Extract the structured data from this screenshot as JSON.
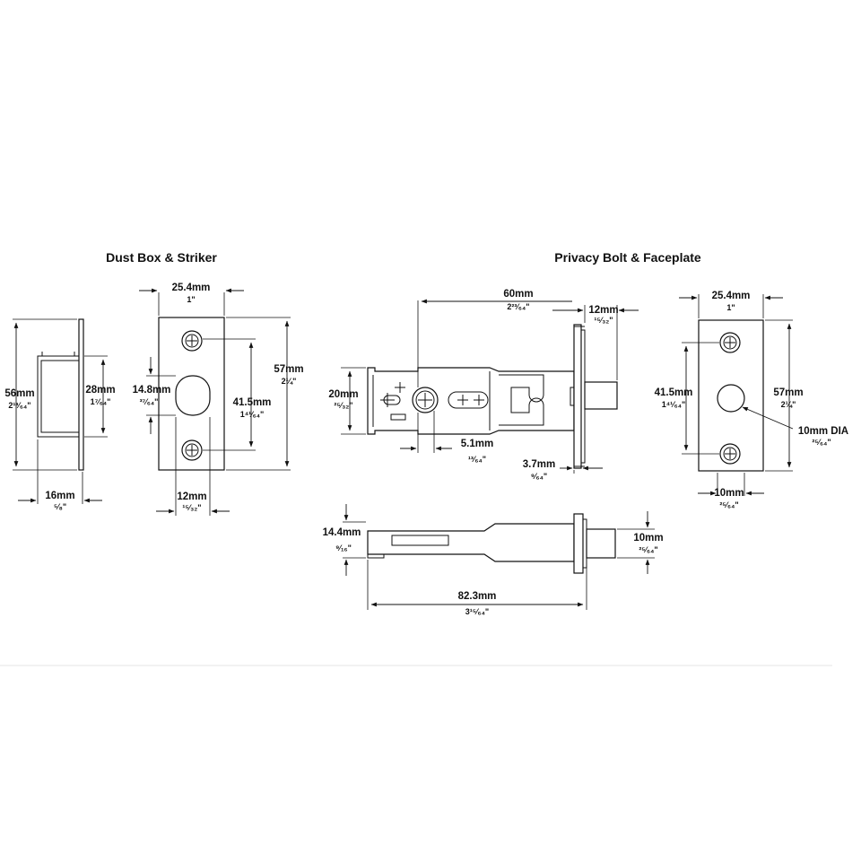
{
  "titles": {
    "dust_box": "Dust Box & Striker",
    "privacy": "Privacy Bolt & Faceplate"
  },
  "dims": {
    "dust_height": {
      "mm": "56mm",
      "in": "2¹³⁄₆₄\""
    },
    "dust_depth": {
      "mm": "28mm",
      "in": "1⁷⁄₆₄\""
    },
    "dust_width": {
      "mm": "16mm",
      "in": "⁵⁄₈\""
    },
    "striker_width": {
      "mm": "25.4mm",
      "in": "1\""
    },
    "striker_height": {
      "mm": "57mm",
      "in": "2¼\""
    },
    "striker_holes": {
      "mm": "41.5mm",
      "in": "1⁴¹⁄₆₄\""
    },
    "striker_opening_h": {
      "mm": "14.8mm",
      "in": "³⁷⁄₆₄\""
    },
    "striker_opening_w": {
      "mm": "12mm",
      "in": "¹⁵⁄₃₂\""
    },
    "bolt_backset": {
      "mm": "60mm",
      "in": "2²³⁄₆₄\""
    },
    "bolt_throw": {
      "mm": "12mm",
      "in": "¹⁵⁄₃₂\""
    },
    "bolt_height": {
      "mm": "20mm",
      "in": "²⁵⁄₃₂\""
    },
    "spindle": {
      "mm": "5.1mm",
      "in": "¹³⁄₆₄\""
    },
    "plate_thk": {
      "mm": "3.7mm",
      "in": "⁹⁄₆₄\""
    },
    "face_width": {
      "mm": "25.4mm",
      "in": "1\""
    },
    "face_height": {
      "mm": "57mm",
      "in": "2¼\""
    },
    "face_holes": {
      "mm": "41.5mm",
      "in": "1⁴¹⁄₆₄\""
    },
    "face_dia": {
      "mm": "10mm DIA",
      "in": "²⁵⁄₆₄\""
    },
    "face_bottom": {
      "mm": "10mm",
      "in": "²⁵⁄₆₄\""
    },
    "side_height": {
      "mm": "14.4mm",
      "in": "⁹⁄₁₆\""
    },
    "side_bolt": {
      "mm": "10mm",
      "in": "²⁵⁄₆₄\""
    },
    "side_length": {
      "mm": "82.3mm",
      "in": "3¹⁵⁄₆₄\""
    }
  }
}
